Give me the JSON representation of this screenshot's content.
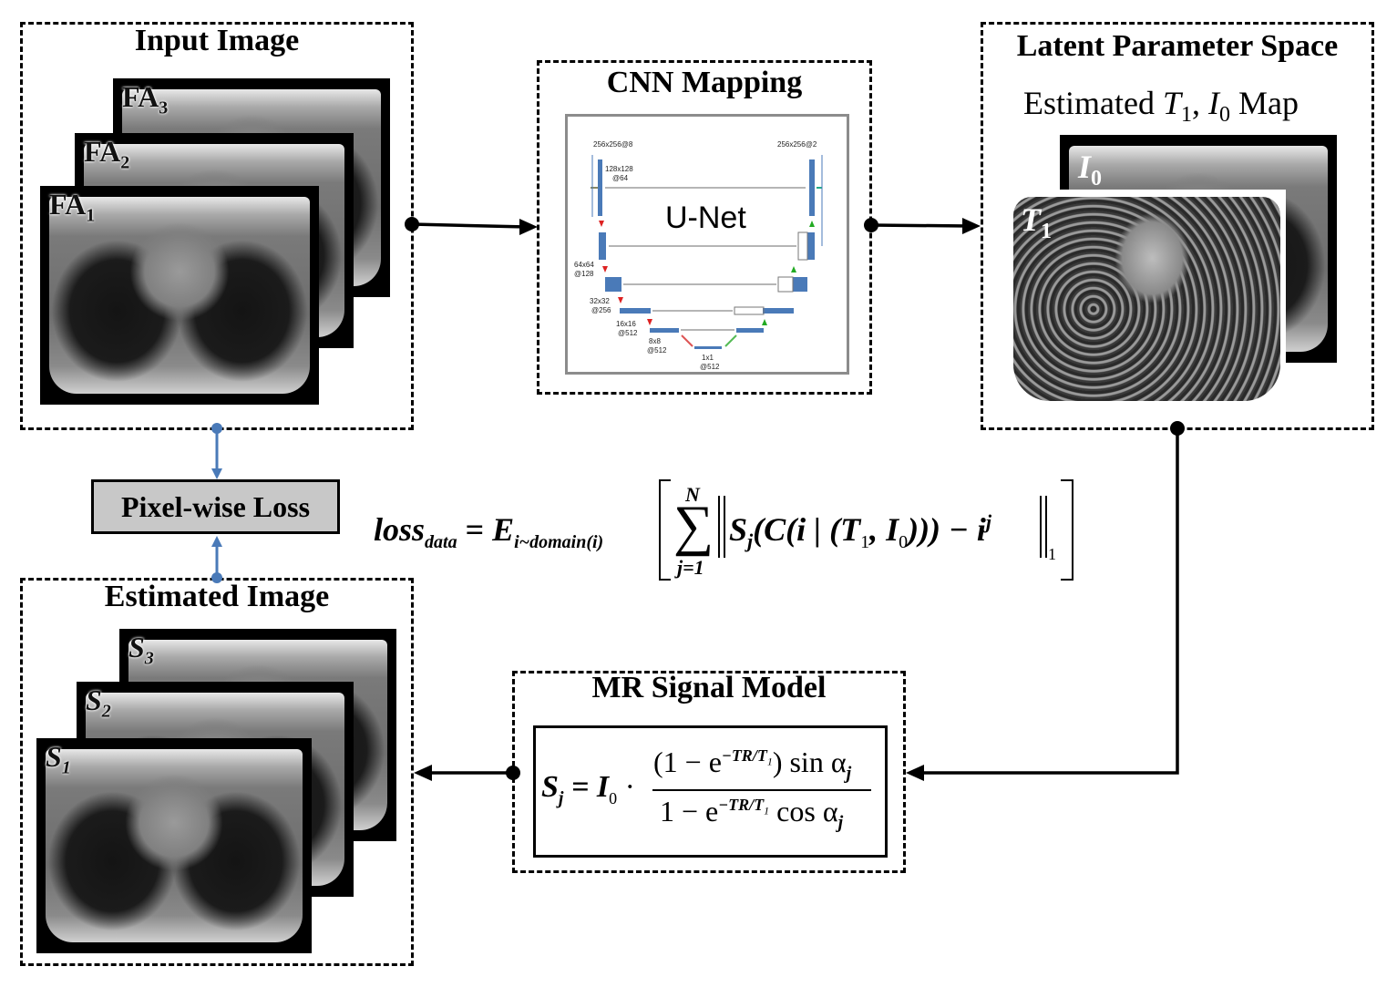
{
  "input_image": {
    "title": "Input Image",
    "layers": [
      {
        "label": "FA",
        "sub": "3"
      },
      {
        "label": "FA",
        "sub": "2"
      },
      {
        "label": "FA",
        "sub": "1"
      }
    ]
  },
  "cnn_mapping": {
    "title": "CNN Mapping",
    "network_label": "U-Net",
    "dims": {
      "d256_in": "256x256@8",
      "d128": "128x128",
      "d128c": "@64",
      "d64": "64x64",
      "d64c": "@128",
      "d32": "32x32",
      "d32c": "@256",
      "d16": "16x16",
      "d16c": "@512",
      "d8": "8x8",
      "d8c": "@512",
      "d1": "1x1",
      "d1c": "@512",
      "d256_out": "256x256@2"
    }
  },
  "latent_space": {
    "title": "Latent Parameter Space",
    "subtitle_prefix": "Estimated ",
    "t": "T",
    "t_sub": "1",
    "comma": ", ",
    "i": "I",
    "i_sub": "0",
    "suffix": " Map",
    "map_i0": {
      "label": "I",
      "sub": "0"
    },
    "map_t1": {
      "label": "T",
      "sub": "1"
    }
  },
  "loss": {
    "box_label": "Pixel-wise Loss",
    "lhs": "loss",
    "lhs_sub": "data",
    "eq": "= ",
    "E": "E",
    "E_sub": "i~domain(i)",
    "sum_top": "N",
    "sum_bottom": "j=1",
    "body_a": "S",
    "body_a_sub": "j",
    "body_b": "(C(i | (T",
    "body_b_sub": "1",
    "body_c": ", I",
    "body_c_sub": "0",
    "body_d": "))) − i",
    "body_d_sup": "j",
    "norm_sub": "1"
  },
  "signal_model": {
    "title": "MR Signal Model",
    "lhs": "S",
    "lhs_sub": "j",
    "eq": " = I",
    "eq_sub": "0",
    "dot": " · ",
    "num": "(1 − e",
    "num_sup": "−TR/T",
    "num_sup_sub": "1",
    "num_tail": ") sin α",
    "num_tail_sub": "j",
    "den": "1 − e",
    "den_sup": "−TR/T",
    "den_sup_sub": "1",
    "den_tail": " cos α",
    "den_tail_sub": "j"
  },
  "estimated_image": {
    "title": "Estimated Image",
    "layers": [
      {
        "label": "S",
        "sub": "3"
      },
      {
        "label": "S",
        "sub": "2"
      },
      {
        "label": "S",
        "sub": "1"
      }
    ]
  }
}
